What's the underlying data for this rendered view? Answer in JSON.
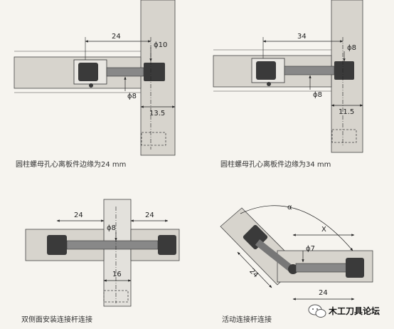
{
  "panels": [
    {
      "caption": "圆柱螺母孔心离板件边缘为24 mm",
      "dims": {
        "len": "24",
        "d1": "ϕ10",
        "d2": "ϕ8",
        "off": "13.5"
      }
    },
    {
      "caption": "圆柱螺母孔心离板件边缘为34 mm",
      "dims": {
        "len": "34",
        "d1": "ϕ8",
        "d2": "ϕ8",
        "off": "11.5"
      }
    },
    {
      "caption": "双侧面安装连接杆连接",
      "dims": {
        "left": "24",
        "right": "24",
        "d1": "ϕ8",
        "off": "16"
      }
    },
    {
      "caption": "活动连接杆连接",
      "dims": {
        "angle": "α",
        "x": "X",
        "d1": "ϕ7",
        "diag": "24",
        "bottom": "24"
      }
    }
  ],
  "watermark": {
    "text": "木工刀具论坛",
    "icon": "wechat-icon"
  },
  "colors": {
    "panel": "#d7d4cd",
    "hardware": "#3a3a3a",
    "background": "#f6f4ef"
  }
}
